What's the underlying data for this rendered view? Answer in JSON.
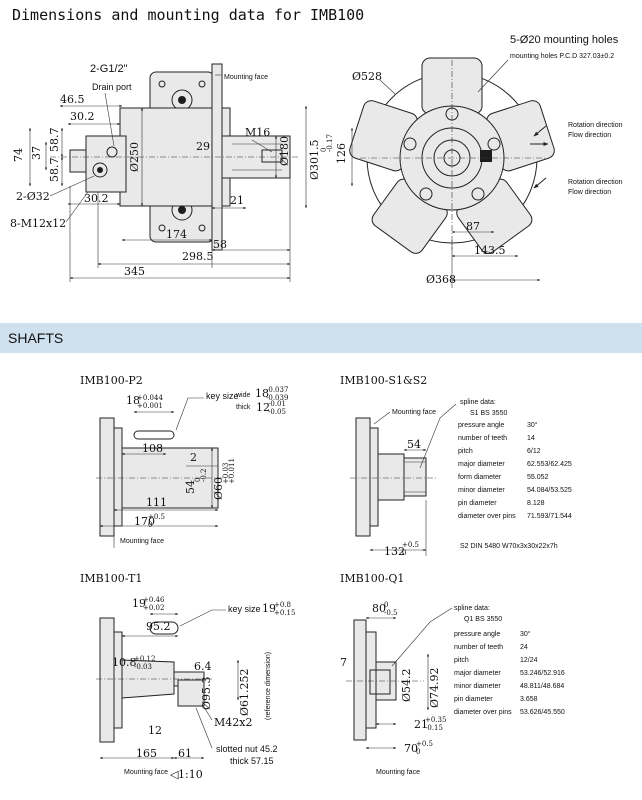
{
  "header": {
    "title": "Dimensions and mounting data for IMB100"
  },
  "section": {
    "title": "SHAFTS"
  },
  "top": {
    "side": {
      "port_label": "2-G1/2\"",
      "drain_port": "Drain port",
      "mounting_face": "Mounting face",
      "d46_5": "46.5",
      "d30_2a": "30.2",
      "d30_2b": "30.2",
      "d58_7a": "58.7",
      "d58_7b": "58.7",
      "d37": "37",
      "d74": "74",
      "phi32": "2-Ø32",
      "m12": "8-M12x12",
      "phi250": "Ø250",
      "d29": "29",
      "m16": "M16",
      "phi180": "Ø180",
      "phi301": "Ø301.5",
      "phi301_tol_up": "0",
      "phi301_tol_dn": "-0.17",
      "d21": "21",
      "d174": "174",
      "d58": "58",
      "d298": "298.5",
      "d345": "345"
    },
    "front": {
      "holes": "5-Ø20 mounting holes",
      "pcd": "mounting holes P.C.D 327.03±0.2",
      "phi528": "Ø528",
      "d126": "126",
      "rot1": "Rotation direction",
      "flow1": "Flow direction",
      "rot2": "Rotation direction",
      "flow2": "Flow direction",
      "d87": "87",
      "d143": "143.5",
      "phi368": "Ø368"
    }
  },
  "shafts": {
    "p2": {
      "title": "IMB100-P2",
      "d18": "18",
      "d18_up": "+0.044",
      "d18_dn": "+0.001",
      "key_size": "key size",
      "wide": "wide",
      "wide_val": "18",
      "wide_up": "-0.037",
      "wide_dn": "-0.039",
      "thick": "thick",
      "thick_val": "12",
      "thick_up": "-0.01",
      "thick_dn": "-0.05",
      "d108": "108",
      "d2": "2",
      "d54": "54",
      "d54_up": "0",
      "d54_dn": "-0.2",
      "phi60": "Ø60",
      "phi60_up": "+0.03",
      "phi60_dn": "+0.011",
      "d111": "111",
      "d170": "170",
      "d170_up": "+0.5",
      "d170_dn": "0",
      "mounting_face": "Mounting face"
    },
    "s1s2": {
      "title": "IMB100-S1&S2",
      "mounting_face": "Mounting face",
      "d54": "54",
      "d132": "132",
      "d132_up": "+0.5",
      "d132_dn": "0",
      "spline_title": "spline data:",
      "spline_std": "S1 BS 3550",
      "rows": [
        {
          "k": "pressure angle",
          "v": "30°"
        },
        {
          "k": "number of teeth",
          "v": "14"
        },
        {
          "k": "pitch",
          "v": "6/12"
        },
        {
          "k": "major diameter",
          "v": "62.553/62.425"
        },
        {
          "k": "form diameter",
          "v": "55.052"
        },
        {
          "k": "minor diameter",
          "v": "54.084/53.525"
        },
        {
          "k": "pin diameter",
          "v": "8.128"
        },
        {
          "k": "diameter over pins",
          "v": "71.593/71.544"
        }
      ],
      "s2": "S2 DIN 5480 W70x3x30x22x7h"
    },
    "t1": {
      "title": "IMB100-T1",
      "d19": "19",
      "d19_up": "+0.46",
      "d19_dn": "+0.02",
      "key_size": "key size",
      "key_val": "19",
      "key_up": "+0.8",
      "key_dn": "+0.15",
      "d95": "95.2",
      "d10": "10.8",
      "d10_up": "+0.12",
      "d10_dn": "-0.03",
      "d6": "6.4",
      "phi95": "Ø95.3",
      "phi61": "Ø61.252",
      "ref": "(reference dimension)",
      "m42": "M42x2",
      "d12": "12",
      "slotted": "slotted nut 45.2",
      "thick": "thick 57.15",
      "d165": "165",
      "d61": "61",
      "mounting_face": "Mounting face",
      "taper": "1:10"
    },
    "q1": {
      "title": "IMB100-Q1",
      "d80": "80",
      "d80_up": "0",
      "d80_dn": "-0.5",
      "d7": "7",
      "phi54": "Ø54.2",
      "phi74": "Ø74.92",
      "d21": "21",
      "d21_up": "+0.35",
      "d21_dn": "-0.15",
      "d70": "70",
      "d70_up": "+0.5",
      "d70_dn": "0",
      "mounting_face": "Mounting face",
      "spline_title": "spline data:",
      "spline_std": "Q1 BS 3550",
      "rows": [
        {
          "k": "pressure angle",
          "v": "30°"
        },
        {
          "k": "number of teeth",
          "v": "24"
        },
        {
          "k": "pitch",
          "v": "12/24"
        },
        {
          "k": "major diameter",
          "v": "53.246/52.916"
        },
        {
          "k": "minor diameter",
          "v": "48.811/48.684"
        },
        {
          "k": "pin diameter",
          "v": "3.658"
        },
        {
          "k": "diameter over pins",
          "v": "53.626/45.550"
        }
      ]
    }
  }
}
